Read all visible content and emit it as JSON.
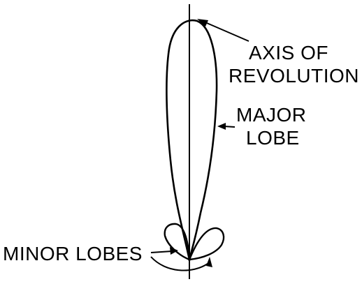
{
  "labels": {
    "axis_line1": "AXIS OF",
    "axis_line2": "REVOLUTION",
    "major_line1": "MAJOR",
    "major_line2": "LOBE",
    "minor": "MINOR LOBES"
  },
  "colors": {
    "ink": "#000000",
    "background": "#ffffff"
  }
}
